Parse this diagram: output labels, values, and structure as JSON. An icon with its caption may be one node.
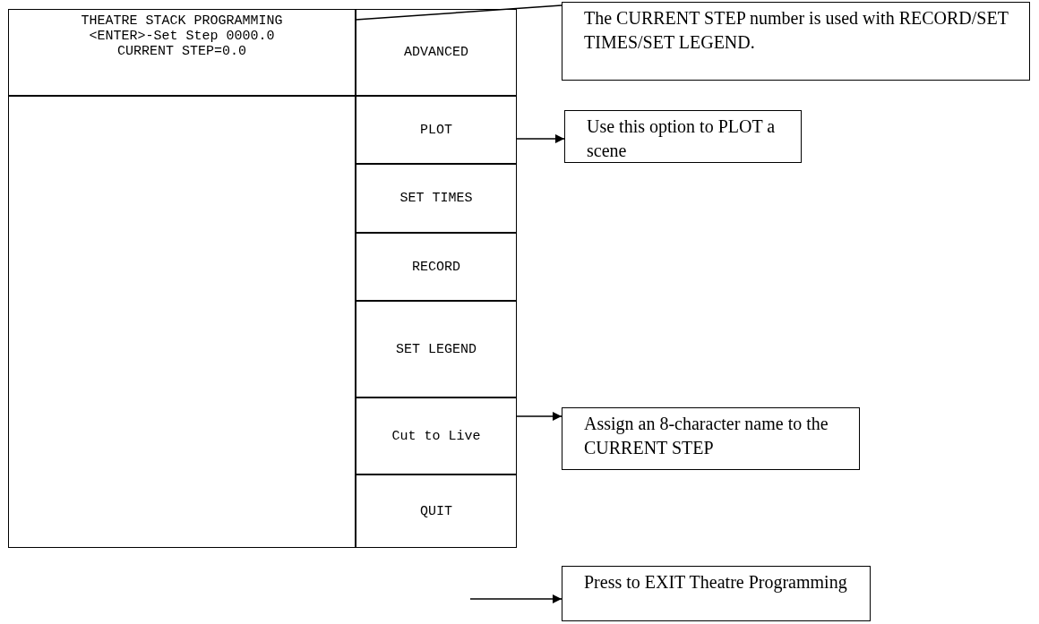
{
  "diagram": {
    "nodes": [
      {
        "text": [
          "THEATRE STACK PROGRAMMING",
          "<ENTER>-Set Step 0000.0",
          "CURRENT STEP=0.0"
        ]
      },
      {
        "text": [],
        "shape": "box"
      },
      {
        "text": [
          "ADVANCED"
        ]
      },
      {
        "text": [
          "PLOT"
        ]
      },
      {
        "text": [
          "SET TIMES"
        ]
      },
      {
        "text": [
          "RECORD"
        ]
      },
      {
        "text": [
          "SET LEGEND"
        ]
      },
      {
        "text": [
          "Cut to Live"
        ]
      },
      {
        "text": [
          "QUIT"
        ]
      },
      {
        "text": [
          "The CURRENT STEP number is used with RECORD/SET TIMES/SET LEGEND."
        ]
      },
      {
        "text": [
          "Use this option to PLOT a scene"
        ]
      },
      {
        "text": [
          "Assign an 8-character name to the CURRENT STEP"
        ]
      },
      {
        "text": [
          "Press to EXIT Theatre Programming"
        ]
      }
    ],
    "edges": [
      {
        "from": 0,
        "to": 9,
        "arrow": "none"
      },
      {
        "from": 3,
        "to": 10,
        "arrow": "to"
      },
      {
        "from": 7,
        "to": 11,
        "arrow": "to"
      },
      {
        "from": null,
        "to": 12,
        "arrow": "to"
      }
    ]
  }
}
